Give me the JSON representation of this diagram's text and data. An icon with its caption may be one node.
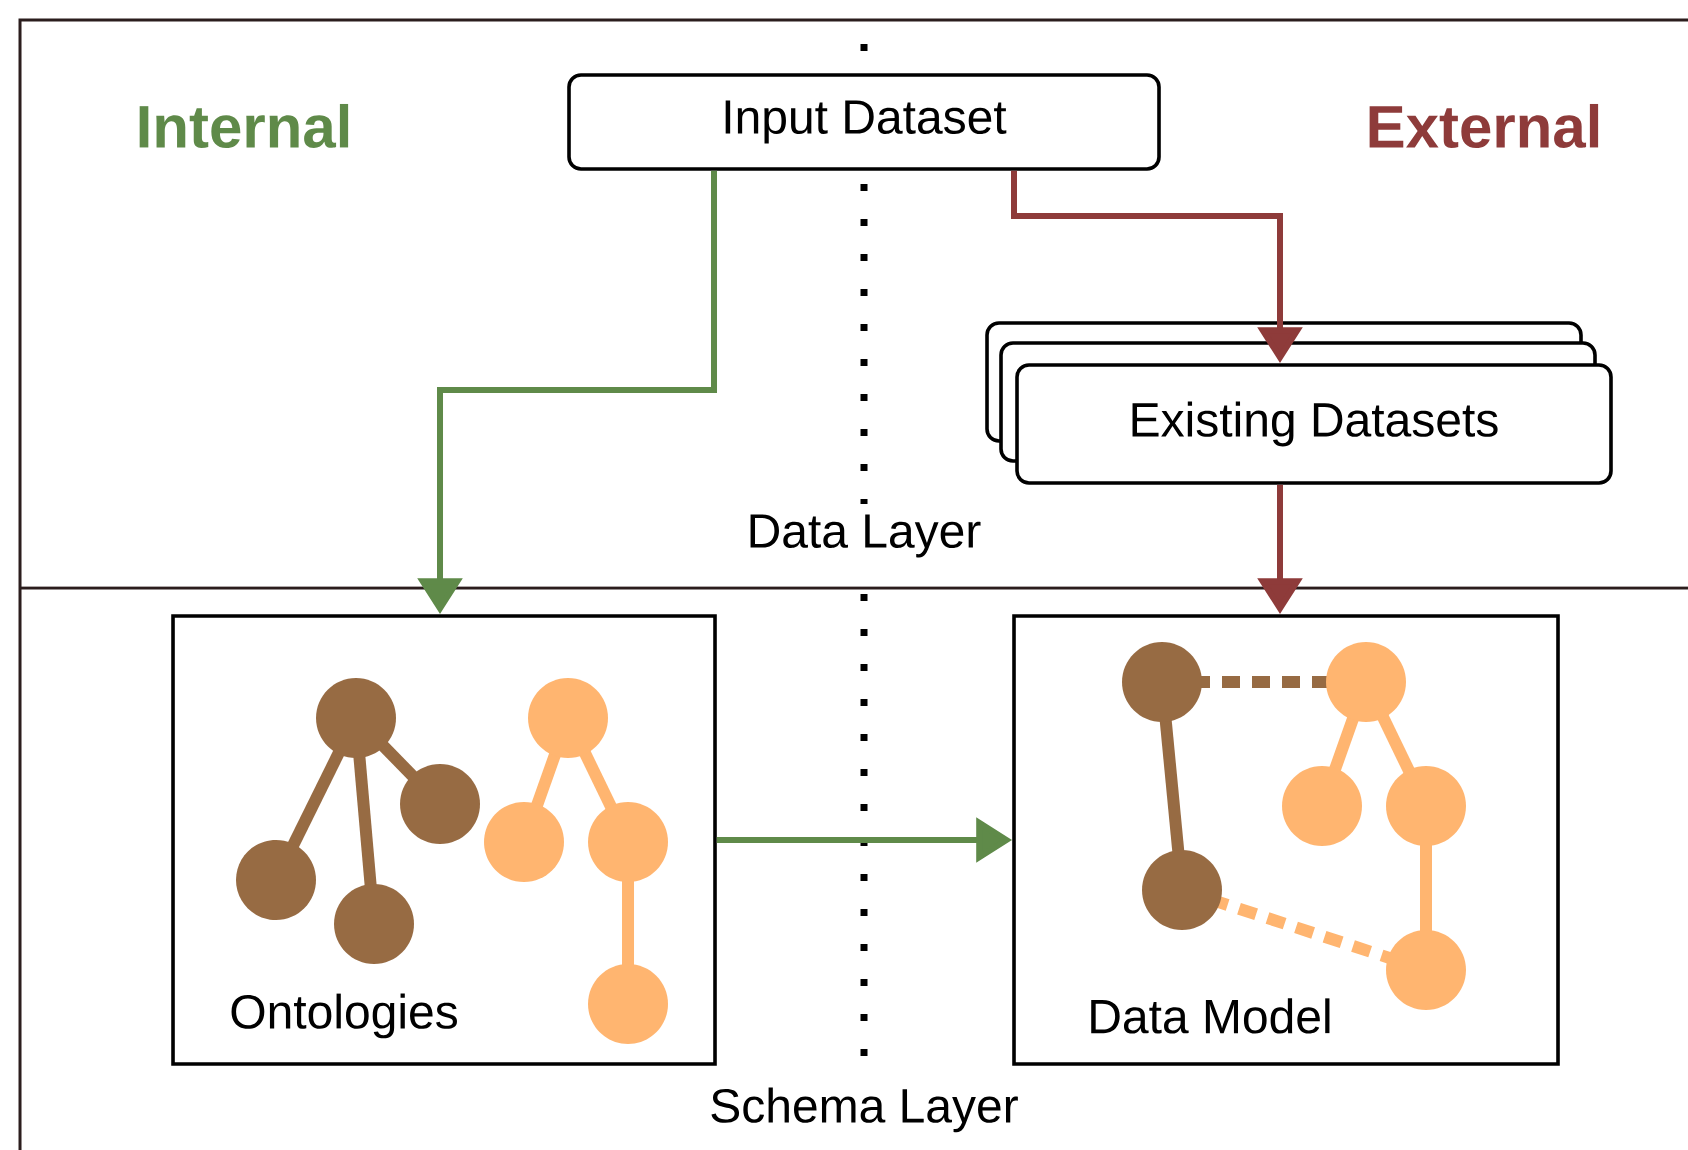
{
  "diagram": {
    "nodes": [
      {
        "text": [
          "Input Dataset"
        ]
      },
      {
        "text": [
          "Existing Datasets"
        ]
      },
      {
        "text": [
          "Ontologies"
        ]
      },
      {
        "text": [
          "Data Model"
        ]
      }
    ],
    "edges": [
      {
        "from": 0,
        "to": 2,
        "arrow": "to",
        "color": "#5f8a49"
      },
      {
        "from": 0,
        "to": 1,
        "arrow": "to",
        "color": "#8e3b3a"
      },
      {
        "from": 1,
        "to": 3,
        "arrow": "to",
        "color": "#8e3b3a"
      },
      {
        "from": 2,
        "to": 3,
        "arrow": "to",
        "color": "#5f8a49"
      }
    ],
    "labels": [
      "Internal",
      "External",
      "Data Layer",
      "Schema Layer"
    ]
  }
}
